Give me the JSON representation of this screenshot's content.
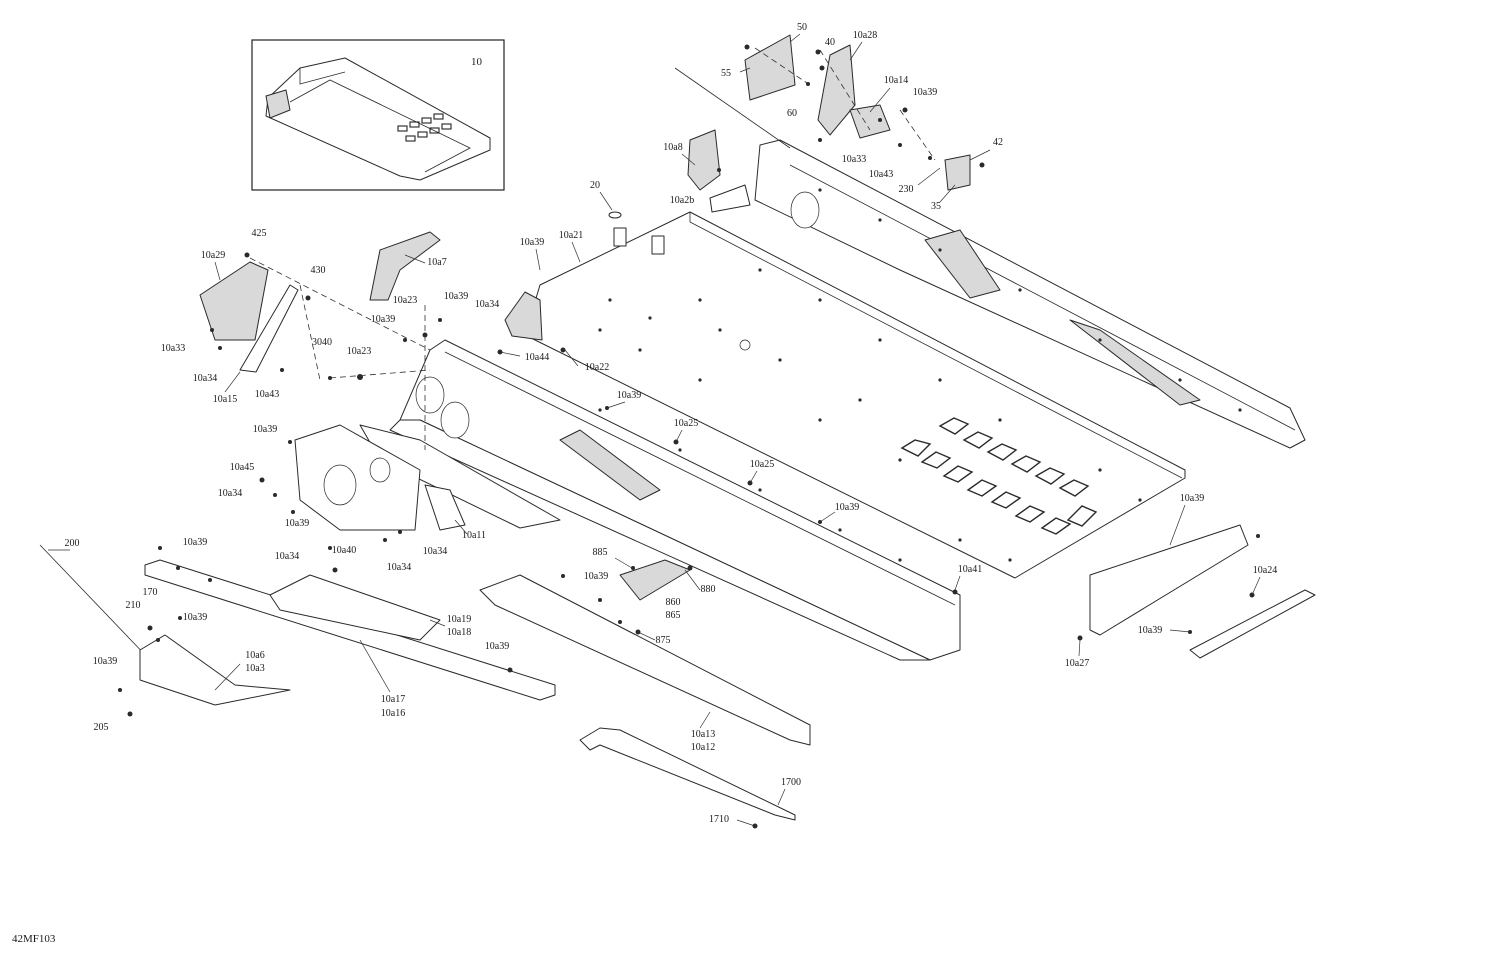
{
  "diagram_code": "42MF103",
  "inset": {
    "label": "10"
  },
  "callouts": [
    {
      "id": "c50",
      "text": "50"
    },
    {
      "id": "c40",
      "text": "40"
    },
    {
      "id": "c10a28",
      "text": "10a28"
    },
    {
      "id": "c55",
      "text": "55"
    },
    {
      "id": "c60",
      "text": "60"
    },
    {
      "id": "c10a14",
      "text": "10a14"
    },
    {
      "id": "c10a39-top",
      "text": "10a39"
    },
    {
      "id": "c10a33-top",
      "text": "10a33"
    },
    {
      "id": "c10a43-top",
      "text": "10a43"
    },
    {
      "id": "c42",
      "text": "42"
    },
    {
      "id": "c230",
      "text": "230"
    },
    {
      "id": "c35",
      "text": "35"
    },
    {
      "id": "c10a8",
      "text": "10a8"
    },
    {
      "id": "c10a2b",
      "text": "10a2b"
    },
    {
      "id": "c20",
      "text": "20"
    },
    {
      "id": "c10a21",
      "text": "10a21"
    },
    {
      "id": "c10a39-a",
      "text": "10a39"
    },
    {
      "id": "c425",
      "text": "425"
    },
    {
      "id": "c10a29",
      "text": "10a29"
    },
    {
      "id": "c430",
      "text": "430"
    },
    {
      "id": "c10a7",
      "text": "10a7"
    },
    {
      "id": "c10a23-a",
      "text": "10a23"
    },
    {
      "id": "c10a39-b",
      "text": "10a39"
    },
    {
      "id": "c10a34-a",
      "text": "10a34"
    },
    {
      "id": "c10a39-c",
      "text": "10a39"
    },
    {
      "id": "c10a33-left",
      "text": "10a33"
    },
    {
      "id": "c3040",
      "text": "3040"
    },
    {
      "id": "c10a23-b",
      "text": "10a23"
    },
    {
      "id": "c10a44",
      "text": "10a44"
    },
    {
      "id": "c10a22",
      "text": "10a22"
    },
    {
      "id": "c10a34-b",
      "text": "10a34"
    },
    {
      "id": "c10a43-left",
      "text": "10a43"
    },
    {
      "id": "c10a15",
      "text": "10a15"
    },
    {
      "id": "c10a39-d",
      "text": "10a39"
    },
    {
      "id": "c10a25-a",
      "text": "10a25"
    },
    {
      "id": "c10a39-e",
      "text": "10a39"
    },
    {
      "id": "c10a45",
      "text": "10a45"
    },
    {
      "id": "c10a25-b",
      "text": "10a25"
    },
    {
      "id": "c10a34-c",
      "text": "10a34"
    },
    {
      "id": "c10a39-f",
      "text": "10a39"
    },
    {
      "id": "c10a39-g",
      "text": "10a39"
    },
    {
      "id": "c10a11",
      "text": "10a11"
    },
    {
      "id": "c10a39-h",
      "text": "10a39"
    },
    {
      "id": "c10a34-d",
      "text": "10a34"
    },
    {
      "id": "c200",
      "text": "200"
    },
    {
      "id": "c10a39-i",
      "text": "10a39"
    },
    {
      "id": "c10a34-e",
      "text": "10a34"
    },
    {
      "id": "c10a40",
      "text": "10a40"
    },
    {
      "id": "c10a34-f",
      "text": "10a34"
    },
    {
      "id": "c885",
      "text": "885"
    },
    {
      "id": "c10a39-j",
      "text": "10a39"
    },
    {
      "id": "c880",
      "text": "880"
    },
    {
      "id": "c10a41",
      "text": "10a41"
    },
    {
      "id": "c10a24",
      "text": "10a24"
    },
    {
      "id": "c170",
      "text": "170"
    },
    {
      "id": "c210",
      "text": "210"
    },
    {
      "id": "c10a39-k",
      "text": "10a39"
    },
    {
      "id": "c10a19",
      "text": "10a19"
    },
    {
      "id": "c10a18",
      "text": "10a18"
    },
    {
      "id": "c860",
      "text": "860"
    },
    {
      "id": "c865",
      "text": "865"
    },
    {
      "id": "c875",
      "text": "875"
    },
    {
      "id": "c10a39-l",
      "text": "10a39"
    },
    {
      "id": "c10a27",
      "text": "10a27"
    },
    {
      "id": "c10a39-m",
      "text": "10a39"
    },
    {
      "id": "c10a6",
      "text": "10a6"
    },
    {
      "id": "c10a3",
      "text": "10a3"
    },
    {
      "id": "c10a39-n",
      "text": "10a39"
    },
    {
      "id": "c10a39-o",
      "text": "10a39"
    },
    {
      "id": "c10a17",
      "text": "10a17"
    },
    {
      "id": "c10a16",
      "text": "10a16"
    },
    {
      "id": "c205",
      "text": "205"
    },
    {
      "id": "c10a13",
      "text": "10a13"
    },
    {
      "id": "c10a12",
      "text": "10a12"
    },
    {
      "id": "c1700",
      "text": "1700"
    },
    {
      "id": "c1710",
      "text": "1710"
    }
  ]
}
